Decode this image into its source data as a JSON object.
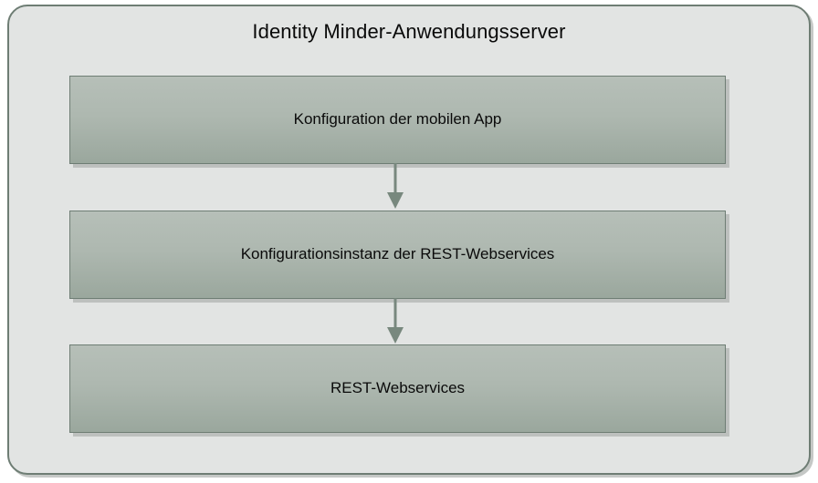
{
  "diagram": {
    "container": {
      "title": "Identity Minder-Anwendungsserver",
      "border_color": "#6e7d74",
      "fill_color": "#e2e4e3"
    },
    "nodes": [
      {
        "label": "Konfiguration der mobilen App"
      },
      {
        "label": "Konfigurationsinstanz der REST-Webservices"
      },
      {
        "label": "REST-Webservices"
      }
    ],
    "connectors": [
      {
        "from": "Konfiguration der mobilen App",
        "to": "Konfigurationsinstanz der REST-Webservices",
        "style": "arrow-down",
        "color": "#78887e"
      },
      {
        "from": "Konfigurationsinstanz der REST-Webservices",
        "to": "REST-Webservices",
        "style": "arrow-down",
        "color": "#78887e"
      }
    ],
    "node_fill_top": "#b6bfb8",
    "node_fill_bottom": "#9aa79d",
    "text_color": "#0a0a0a"
  }
}
